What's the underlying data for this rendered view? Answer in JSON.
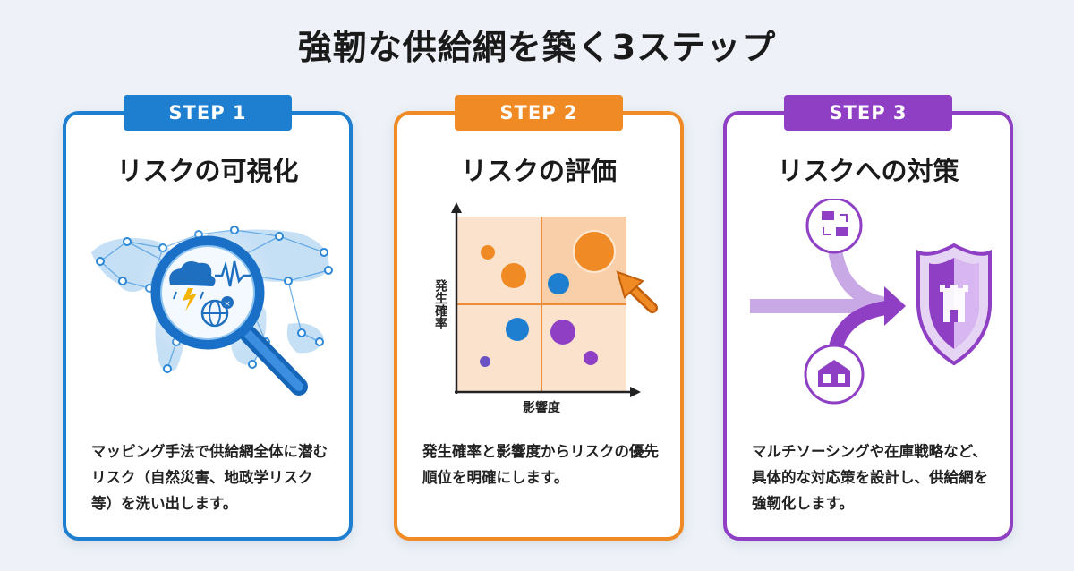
{
  "title": "強靭な供給網を築く3ステップ",
  "steps": [
    {
      "badge": "STEP 1",
      "heading": "リスクの可視化",
      "description": "マッピング手法で供給網全体に潜むリスク（自然災害、地政学リスク等）を洗い出します。",
      "color": "#1e7fd0"
    },
    {
      "badge": "STEP 2",
      "heading": "リスクの評価",
      "description": "発生確率と影響度からリスクの優先順位を明確にします。",
      "color": "#f08a24",
      "chart": {
        "ylabel": "発生確率",
        "xlabel": "影響度"
      }
    },
    {
      "badge": "STEP 3",
      "heading": "リスクへの対策",
      "description": "マルチソーシングや在庫戦略など、具体的な対応策を設計し、供給網を強靭化します。",
      "color": "#8e3fc4"
    }
  ],
  "icons": {
    "step1": [
      "world-map-icon",
      "magnifier-icon",
      "storm-cloud-icon",
      "pulse-icon",
      "globe-alert-icon"
    ],
    "step2": [
      "risk-matrix-icon",
      "cursor-arrow-icon"
    ],
    "step3": [
      "supply-exchange-icon",
      "warehouse-icon",
      "shield-castle-icon",
      "merge-arrow-icon"
    ]
  }
}
